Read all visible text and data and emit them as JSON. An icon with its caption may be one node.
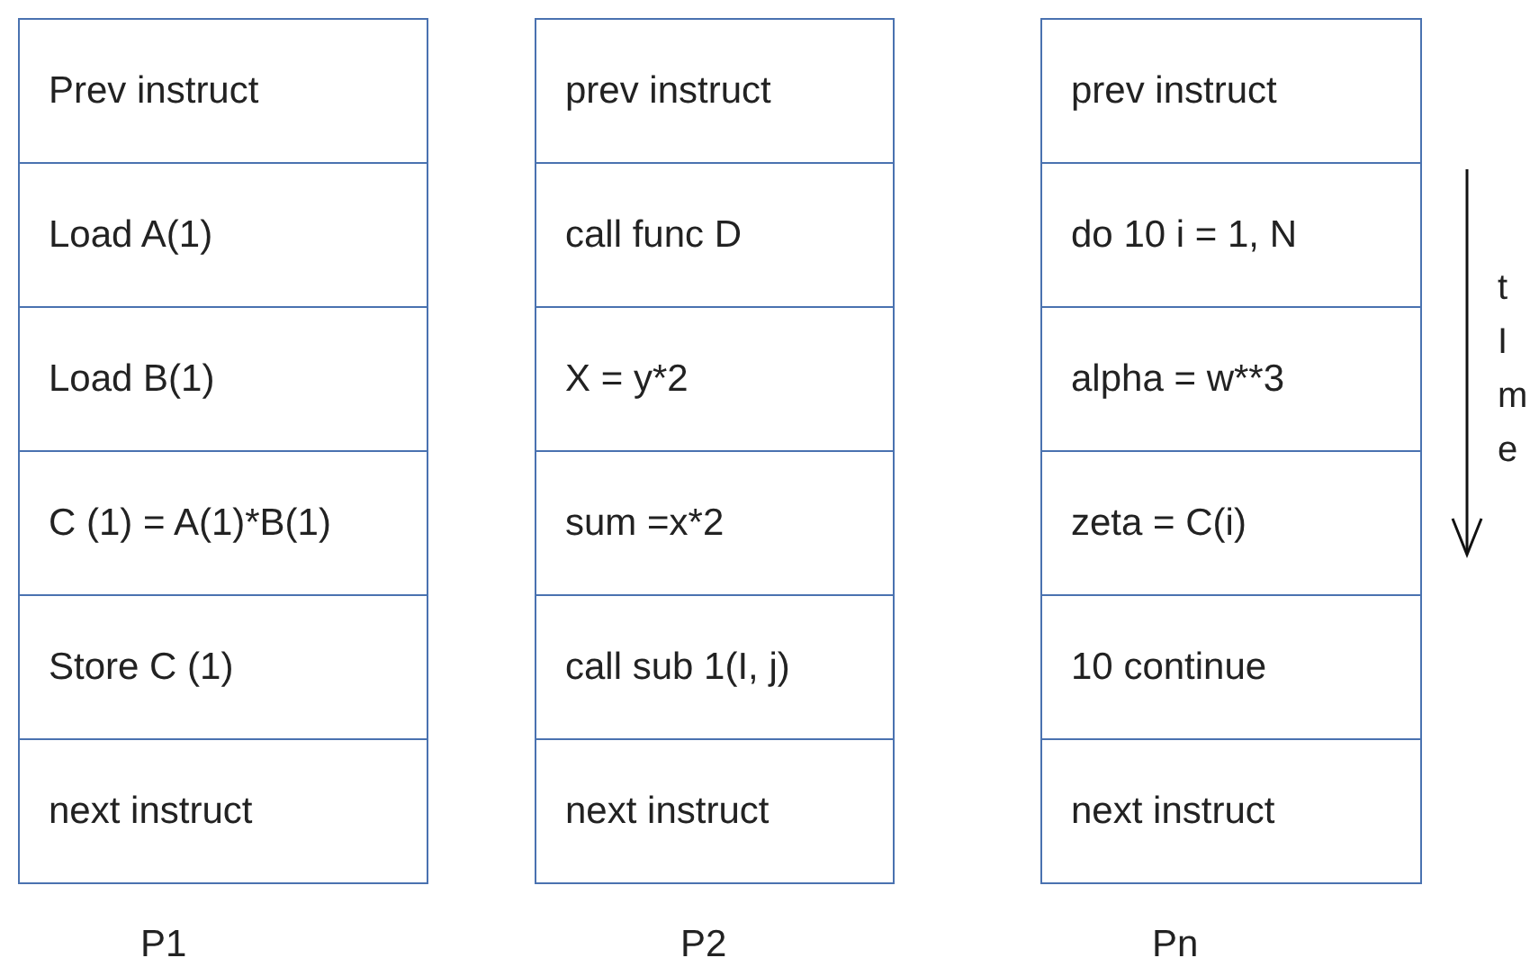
{
  "diagram": {
    "nodes": [
      {
        "text": [
          "P1"
        ]
      },
      {
        "text": [
          "Prev instruct"
        ],
        "in": 0
      },
      {
        "text": [
          "Load A(1)"
        ],
        "in": 0
      },
      {
        "text": [
          "Load B(1)"
        ],
        "in": 0
      },
      {
        "text": [
          "C (1) = A(1)*B(1)"
        ],
        "in": 0
      },
      {
        "text": [
          "Store C (1)"
        ],
        "in": 0
      },
      {
        "text": [
          "next instruct"
        ],
        "in": 0
      },
      {
        "text": [
          "P2"
        ]
      },
      {
        "text": [
          "prev instruct"
        ],
        "in": 7
      },
      {
        "text": [
          "call func D"
        ],
        "in": 7
      },
      {
        "text": [
          "X = y*2"
        ],
        "in": 7
      },
      {
        "text": [
          "sum =x*2"
        ],
        "in": 7
      },
      {
        "text": [
          "call sub 1(I, j)"
        ],
        "in": 7
      },
      {
        "text": [
          "next instruct"
        ],
        "in": 7
      },
      {
        "text": [
          "Pn"
        ]
      },
      {
        "text": [
          "prev instruct"
        ],
        "in": 14
      },
      {
        "text": [
          "do 10 i = 1, N"
        ],
        "in": 14
      },
      {
        "text": [
          "alpha = w**3"
        ],
        "in": 14
      },
      {
        "text": [
          "zeta = C(i)"
        ],
        "in": 14
      },
      {
        "text": [
          "10 continue"
        ],
        "in": 14
      },
      {
        "text": [
          "next instruct"
        ],
        "in": 14
      }
    ],
    "edges": [],
    "labels": [
      "t I m e"
    ]
  }
}
